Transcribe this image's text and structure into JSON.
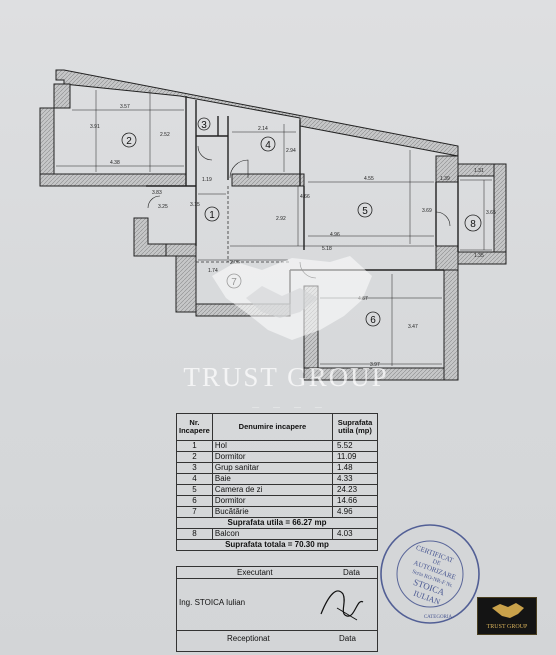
{
  "plan": {
    "rooms": [
      {
        "num": "1"
      },
      {
        "num": "2"
      },
      {
        "num": "3"
      },
      {
        "num": "4"
      },
      {
        "num": "5"
      },
      {
        "num": "6"
      },
      {
        "num": "7"
      },
      {
        "num": "8"
      }
    ],
    "dims": [
      "3.57",
      "3.91",
      "2.52",
      "4.38",
      "2.14",
      "2.94",
      "4.55",
      "4.66",
      "3.69",
      "3.65",
      "1.31",
      "1.35",
      "3.83",
      "3.15",
      "3.25",
      "1.19",
      "4.96",
      "2.92",
      "5.18",
      "2.06",
      "1.74",
      "4.67",
      "3.47",
      "3.97",
      "1.39"
    ]
  },
  "watermark": {
    "title": "TRUST GROUP"
  },
  "table": {
    "headers": {
      "nr": "Nr. Incapere",
      "name": "Denumire incapere",
      "area": "Suprafata utila (mp)"
    },
    "rows": [
      {
        "nr": "1",
        "name": "Hol",
        "area": "5.52"
      },
      {
        "nr": "2",
        "name": "Dormitor",
        "area": "11.09"
      },
      {
        "nr": "3",
        "name": "Grup sanitar",
        "area": "1.48"
      },
      {
        "nr": "4",
        "name": "Baie",
        "area": "4.33"
      },
      {
        "nr": "5",
        "name": "Camera de zi",
        "area": "24.23"
      },
      {
        "nr": "6",
        "name": "Dormitor",
        "area": "14.66"
      },
      {
        "nr": "7",
        "name": "Bucătărie",
        "area": "4.96"
      }
    ],
    "utila_total": "Suprafata utila = 66.27 mp",
    "balcon": {
      "nr": "8",
      "name": "Balcon",
      "area": "4.03"
    },
    "total": "Suprafata totala = 70.30 mp"
  },
  "executant": {
    "label": "Executant",
    "date_label": "Data",
    "name": "Ing. STOICA Iulian",
    "receptionat": "Receptionat",
    "date_label2": "Data"
  },
  "stamp": {
    "line1": "CERTIFICAT",
    "line2": "DE",
    "line3": "AUTORIZARE",
    "line4": "Seria RO-NR-F Nr.",
    "line5": "STOICA",
    "line6": "IULIAN",
    "category": "CATEGORIA"
  },
  "logo": {
    "text": "TRUST GROUP"
  },
  "colors": {
    "wall": "#c8c9ca",
    "ink": "#1a1a1a",
    "paper": "#dcdee0",
    "logo_gold": "#c9a14a"
  }
}
